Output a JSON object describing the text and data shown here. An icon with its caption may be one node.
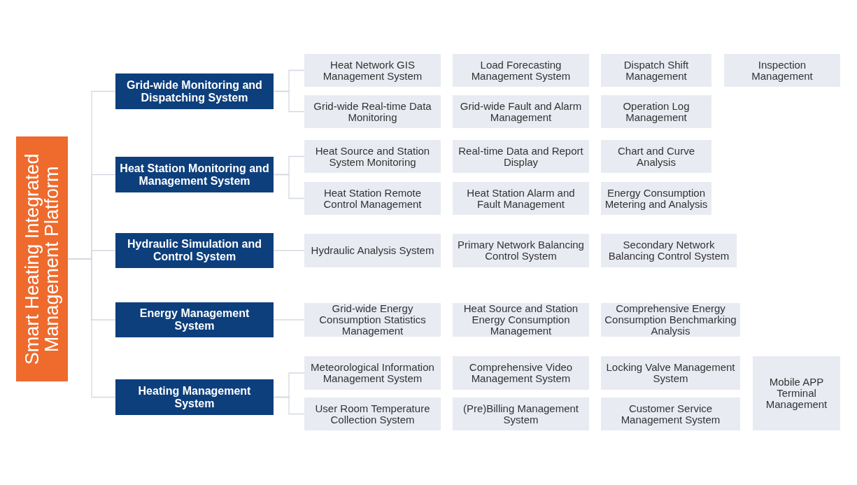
{
  "diagram": {
    "nodes": [
      {
        "text": [
          "Smart Heating Integrated Management Platform"
        ]
      },
      {
        "text": [
          "Grid-wide Monitoring and Dispatching System"
        ]
      },
      {
        "text": [
          "Heat Network GIS Management System"
        ]
      },
      {
        "text": [
          "Load Forecasting Management System"
        ]
      },
      {
        "text": [
          "Dispatch Shift Management"
        ]
      },
      {
        "text": [
          "Inspection Management"
        ]
      },
      {
        "text": [
          "Grid-wide Real-time Data Monitoring"
        ]
      },
      {
        "text": [
          "Grid-wide Fault and Alarm Management"
        ]
      },
      {
        "text": [
          "Operation Log Management"
        ]
      },
      {
        "text": [
          "Heat Station Monitoring and Management System"
        ]
      },
      {
        "text": [
          "Heat Source and Station System Monitoring"
        ]
      },
      {
        "text": [
          "Real-time Data and Report Display"
        ]
      },
      {
        "text": [
          "Chart and Curve Analysis"
        ]
      },
      {
        "text": [
          "Heat Station Remote Control Management"
        ]
      },
      {
        "text": [
          "Heat Station Alarm and Fault Management"
        ]
      },
      {
        "text": [
          "Energy Consumption Metering and Analysis"
        ]
      },
      {
        "text": [
          "Hydraulic Simulation and Control System"
        ]
      },
      {
        "text": [
          "Hydraulic Analysis System"
        ]
      },
      {
        "text": [
          "Primary Network Balancing Control System"
        ]
      },
      {
        "text": [
          "Secondary Network Balancing Control System"
        ]
      },
      {
        "text": [
          "Energy Management System"
        ]
      },
      {
        "text": [
          "Grid-wide Energy Consumption Statistics Management"
        ]
      },
      {
        "text": [
          "Heat Source and Station Energy Consumption Management"
        ]
      },
      {
        "text": [
          "Comprehensive Energy Consumption Benchmarking Analysis"
        ]
      },
      {
        "text": [
          "Heating Management System"
        ]
      },
      {
        "text": [
          "Meteorological Information Management System"
        ]
      },
      {
        "text": [
          "Comprehensive Video Management System"
        ]
      },
      {
        "text": [
          "Locking Valve Management System"
        ]
      },
      {
        "text": [
          "Mobile APP Terminal Management"
        ]
      },
      {
        "text": [
          "User Room Temperature Collection System"
        ]
      },
      {
        "text": [
          "(Pre)Billing Management System"
        ]
      },
      {
        "text": [
          "Customer Service Management System"
        ]
      }
    ],
    "edges": [
      {
        "from": 0,
        "to": 1,
        "arrow": "none"
      },
      {
        "from": 0,
        "to": 9,
        "arrow": "none"
      },
      {
        "from": 0,
        "to": 16,
        "arrow": "none"
      },
      {
        "from": 0,
        "to": 20,
        "arrow": "none"
      },
      {
        "from": 0,
        "to": 24,
        "arrow": "none"
      },
      {
        "from": 1,
        "to": 2,
        "arrow": "none"
      },
      {
        "from": 1,
        "to": 6,
        "arrow": "none"
      },
      {
        "from": 9,
        "to": 10,
        "arrow": "none"
      },
      {
        "from": 9,
        "to": 13,
        "arrow": "none"
      },
      {
        "from": 16,
        "to": 17,
        "arrow": "none"
      },
      {
        "from": 20,
        "to": 21,
        "arrow": "none"
      },
      {
        "from": 24,
        "to": 25,
        "arrow": "none"
      },
      {
        "from": 24,
        "to": 29,
        "arrow": "none"
      }
    ]
  }
}
